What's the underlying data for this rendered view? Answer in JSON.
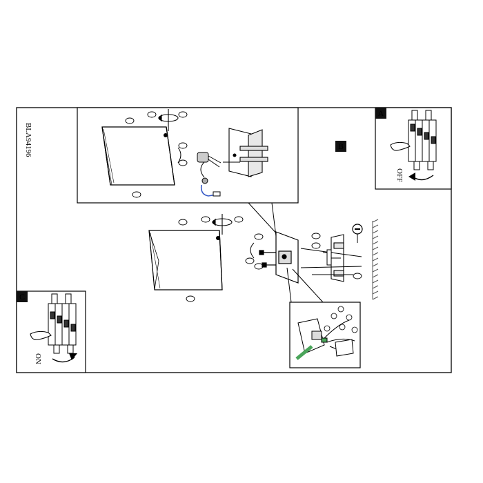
{
  "sheet": {
    "model_code": "BLA94196"
  },
  "panel_labels": {
    "a": "A",
    "b": "B",
    "c": "C"
  },
  "switch_states": {
    "off": "OFF",
    "on": "ON"
  },
  "colors": {
    "line": "#000000",
    "label_box": "#111111",
    "label_text": "#ffffff",
    "wire_accent": "#3a5cc7",
    "connector_accent": "#4aa55a",
    "wall_hatch": "#555555"
  },
  "icons": [
    "hand-icon",
    "breaker-icon",
    "rotate-arrow-icon",
    "screw-icon",
    "wall-icon",
    "lamp-cube-icon",
    "bracket-icon",
    "terminal-block-icon"
  ]
}
